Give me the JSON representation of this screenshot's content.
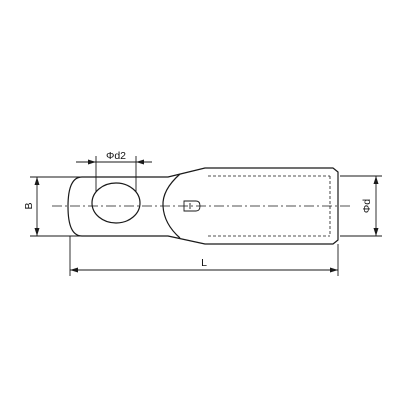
{
  "labels": {
    "hole_diameter": "Φd2",
    "width": "B",
    "length": "L",
    "barrel_diameter": "Φd"
  },
  "colors": {
    "line": "#1a1a1a",
    "background": "#ffffff"
  }
}
